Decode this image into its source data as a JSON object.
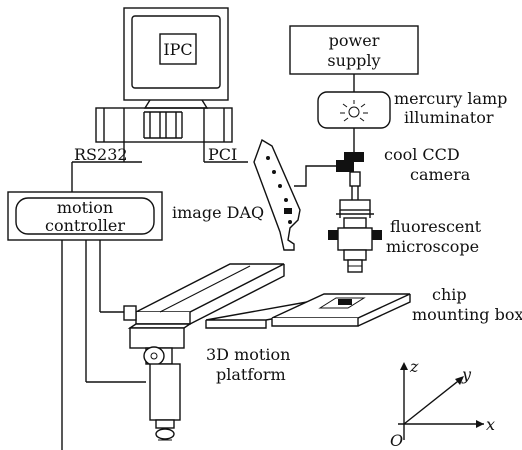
{
  "labels": {
    "ipc": "IPC",
    "power_supply_1": "power",
    "power_supply_2": "supply",
    "lamp_1": "mercury lamp",
    "lamp_2": "illuminator",
    "rs232": "RS232",
    "pci": "PCI",
    "ccd_1": "cool CCD",
    "ccd_2": "camera",
    "motion_1": "motion",
    "motion_2": "controller",
    "image_daq": "image DAQ",
    "microscope_1": "fluorescent",
    "microscope_2": "microscope",
    "chip_1": "chip",
    "chip_2": "mounting box",
    "platform_1": "3D motion",
    "platform_2": "platform"
  },
  "axes": {
    "z": "z",
    "y": "y",
    "x": "x",
    "origin": "O"
  }
}
